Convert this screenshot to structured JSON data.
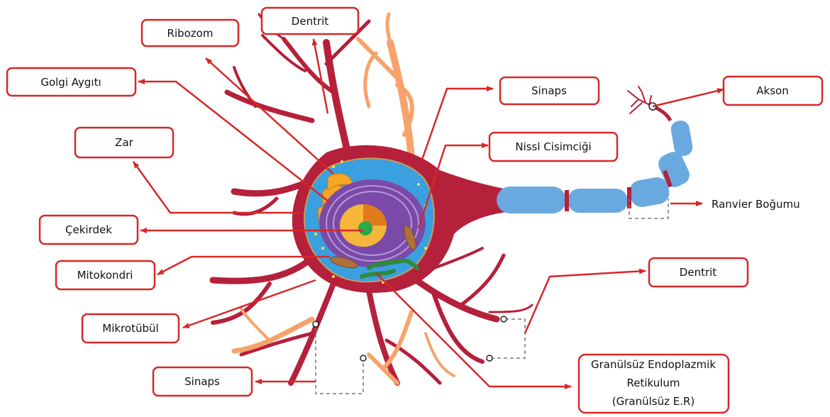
{
  "labels": {
    "dentrit_top": "Dentrit",
    "ribozom": "Ribozom",
    "golgi": "Golgi Aygıtı",
    "zar": "Zar",
    "cekirdek": "Çekirdek",
    "mitokondri": "Mitokondri",
    "mikrotubul": "Mikrotübül",
    "sinaps_bottom": "Sinaps",
    "sinaps_top": "Sinaps",
    "nissl": "Nissl Cisimciği",
    "akson": "Akson",
    "ranvier": "Ranvier Boğumu",
    "dentrit_right": "Dentrit",
    "granulsuz_line1": "Granülsüz Endoplazmik",
    "granulsuz_line2": "Retikulum",
    "granulsuz_line3": "(Granülsüz E.R)"
  },
  "colors": {
    "cell_body": "#b5203a",
    "dendrite_orange": "#f6a36b",
    "cytoplasm_blue": "#3aa0df",
    "nucleus_purple": "#7b4aa8",
    "nucleus_core": "#f5b63a",
    "nucleolus": "#2aa84a",
    "axon_sheath": "#6aa9e0",
    "label_border": "#d62828",
    "arrow": "#d62828"
  }
}
